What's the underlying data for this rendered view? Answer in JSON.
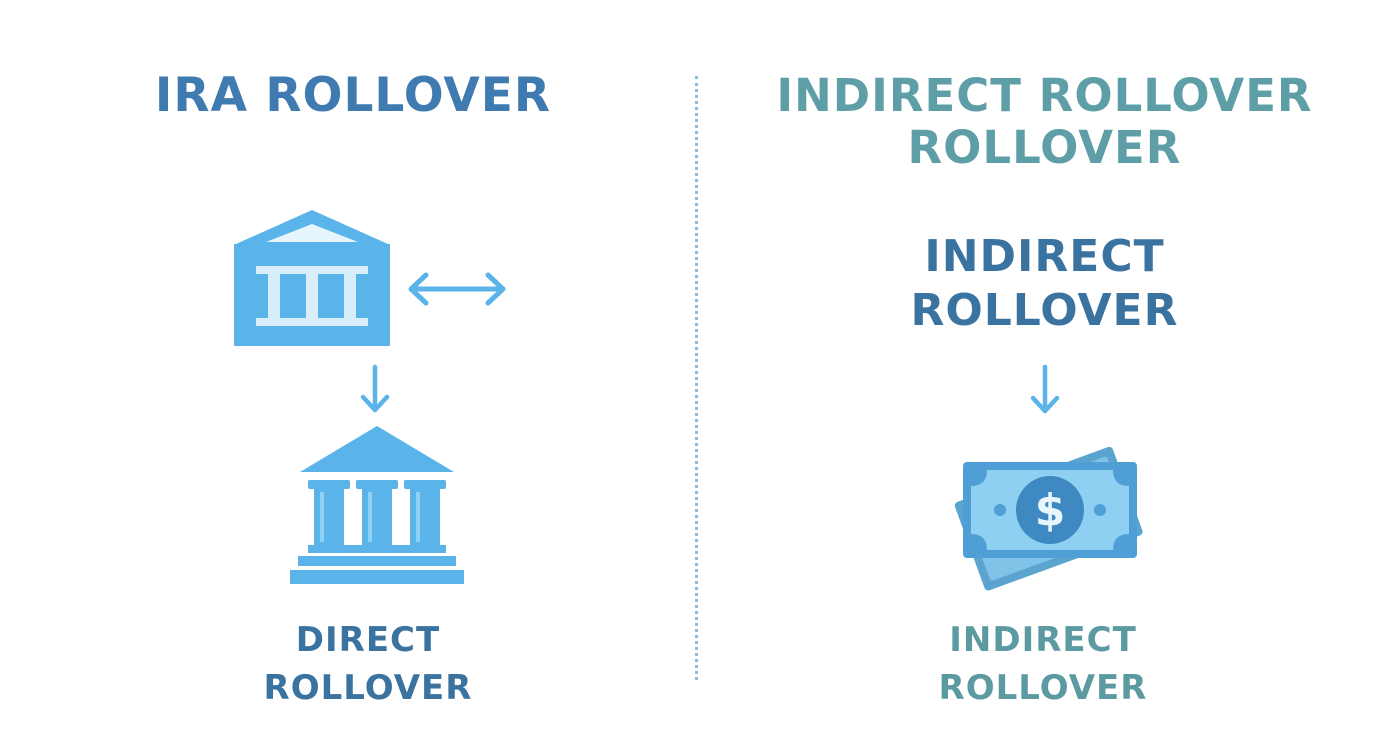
{
  "left": {
    "title": "IRA ROLLOVER",
    "caption_line1": "DIRECT",
    "caption_line2": "ROLLOVER",
    "icons": [
      "bank-icon",
      "double-arrow-icon",
      "arrow-down-icon",
      "bank-icon"
    ]
  },
  "right": {
    "title_line1": "INDIRECT ROLLOVER",
    "title_line2": "ROLLOVER",
    "subtitle_line1": "INDIRECT",
    "subtitle_line2": "ROLLOVER",
    "caption_line1": "INDIRECT",
    "caption_line2": "ROLLOVER",
    "icons": [
      "arrow-down-icon",
      "cash-icon"
    ],
    "cash_symbol": "$"
  },
  "colors": {
    "icon_blue": "#5ab4ea",
    "heading_blue": "#3f7bb0",
    "heading_teal": "#5e9fa7",
    "divider": "#8fbcd8"
  }
}
